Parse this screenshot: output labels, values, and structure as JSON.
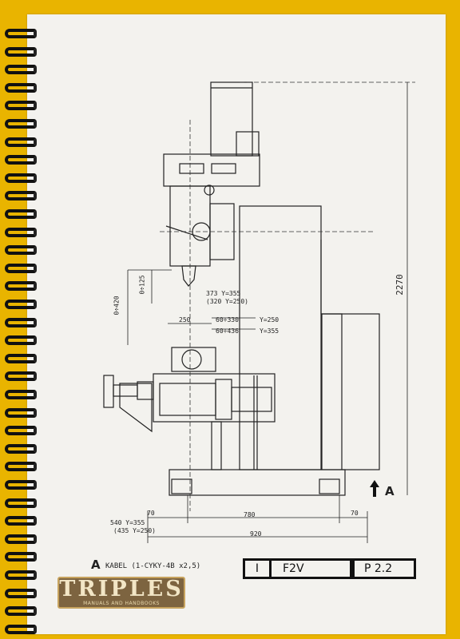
{
  "dimensions": {
    "total_height": "2270",
    "vertical_travel": "0÷420",
    "head_travel": "0÷125",
    "head_reach_1": "373 Y=355",
    "head_reach_2": "(320 Y=250)",
    "spindle_offset": "250",
    "table_range_1": "60÷330",
    "table_range_2": "60÷436",
    "table_y_1": "Y=250",
    "table_y_2": "Y=355",
    "base_left": "70",
    "base_middle": "780",
    "base_right": "70",
    "base_total": "920",
    "offset_1": "540 Y=355",
    "offset_2": "(435 Y=250)"
  },
  "arrow_label": "A",
  "cable": {
    "marker": "A",
    "text": "KABEL (1-CYKY-4B x2,5)"
  },
  "title_block": {
    "sheet_index": "I",
    "model": "F2V",
    "page": "P 2.2"
  },
  "logo": {
    "name": "TRIPLES",
    "tagline": "MANUALS AND HANDBOOKS"
  }
}
